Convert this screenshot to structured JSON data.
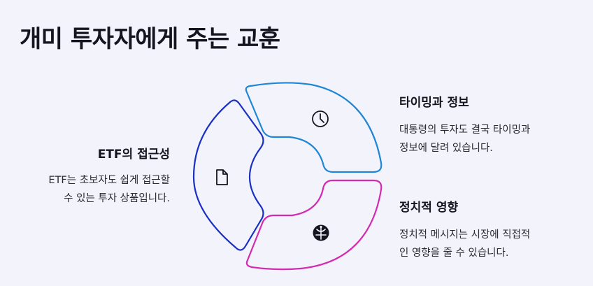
{
  "title": "개미 투자자에게 주는 교훈",
  "sections": {
    "etf": {
      "heading": "ETF의 접근성",
      "line1": "ETF는 초보자도 쉽게 접근할",
      "line2": "수 있는 투자 상품입니다.",
      "icon": "document-icon",
      "color": "#1a2fc4"
    },
    "timing": {
      "heading": "타이밍과 정보",
      "line1": "대통령의 투자도 결국 타이밍과",
      "line2": "정보에 달려 있습니다.",
      "icon": "clock-icon",
      "color": "#1f86d6"
    },
    "politics": {
      "heading": "정치적 영향",
      "line1": "정치적 메시지는 시장에 직접적",
      "line2": "인 영향을 줄 수 있습니다.",
      "icon": "emblem-icon",
      "color": "#d42aaf"
    }
  }
}
